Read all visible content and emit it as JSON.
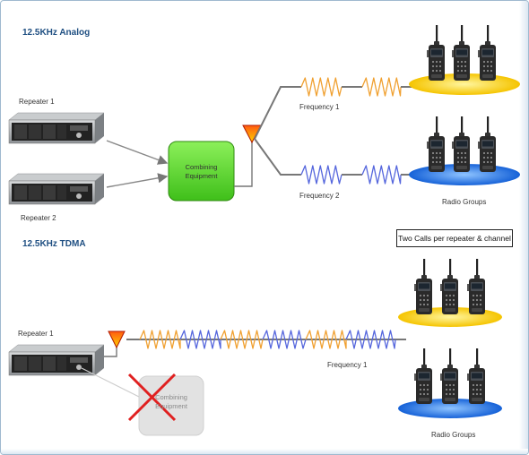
{
  "sections": {
    "analog_title": "12.5KHz Analog",
    "tdma_title": "12.5KHz TDMA"
  },
  "analog": {
    "repeater1": "Repeater 1",
    "repeater2": "Repeater 2",
    "combiner_line1": "Combining",
    "combiner_line2": "Equipment",
    "freq1": "Frequency 1",
    "freq2": "Frequency 2",
    "radio_groups": "Radio Groups"
  },
  "tdma": {
    "repeater1": "Repeater 1",
    "combiner_line1": "Combining",
    "combiner_line2": "Equipment",
    "freq1": "Frequency 1",
    "radio_groups": "Radio Groups",
    "callout": "Two Calls per repeater & channel"
  },
  "colors": {
    "heading": "#1f4f82",
    "wave_orange": "#f0a030",
    "wave_blue": "#5566dd",
    "combiner_green": "#66dd33",
    "ellipse_yellow": "#ffd21e",
    "ellipse_blue": "#1e6ee0",
    "cross_red": "#e02020",
    "antenna_red": "#dd2200"
  }
}
